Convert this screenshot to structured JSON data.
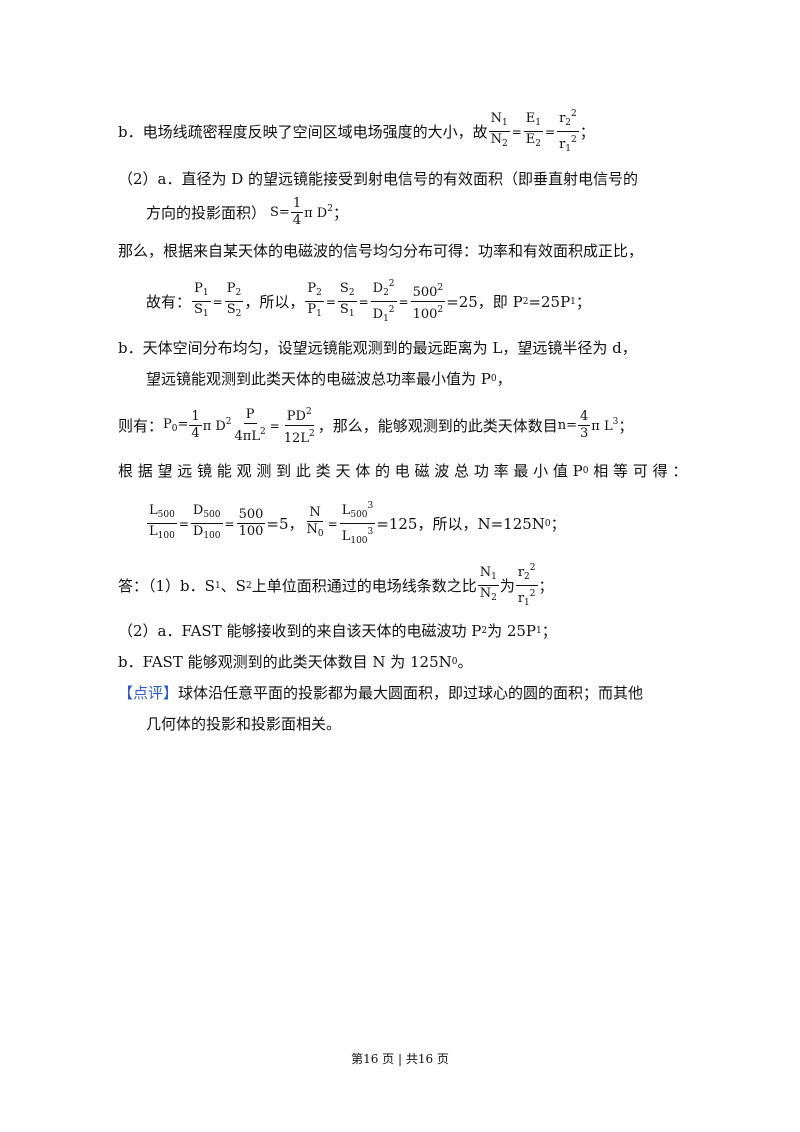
{
  "lines": {
    "l1": {
      "text": "b．电场线疏密程度反映了空间区域电场强度的大小，故",
      "tail": "；"
    },
    "l2": {
      "text": "（2）a．直径为 D 的望远镜能接受到射电信号的有效面积（即垂直射电信号的"
    },
    "l3": {
      "text": "方向的投影面积）",
      "tail": "；"
    },
    "l4": {
      "text": "那么，根据来自某天体的电磁波的信号均匀分布可得：功率和有效面积成正比，"
    },
    "l5": {
      "pre": "故有：",
      "mid": "，所以，",
      "val": "=25，即 P",
      "val2": "=25P",
      "tail": "；"
    },
    "l6": {
      "text": "b．天体空间分布均匀，设望远镜能观测到的最远距离为 L，望远镜半径为 d，"
    },
    "l7": {
      "text": "望远镜能观测到此类天体的电磁波总功率最小值为 P",
      "tail": "，"
    },
    "l8": {
      "pre": "则有：",
      "mid": "，那么，能够观测到的此类天体数目",
      "tail": "；"
    },
    "l9": {
      "text": "根 据 望 远 镜 能 观 测 到 此 类 天 体 的 电 磁 波 总 功 率 最 小 值 P",
      "tail": "相 等 可 得 ："
    },
    "l10": {
      "v1": "=5，",
      "v2": "=125，所以，N=125N",
      "tail": "；"
    },
    "l11": {
      "pre": "答：（1）b．S",
      "mid": "、S",
      "mid2": "上单位面积通过的电场线条数之比",
      "wei": "为",
      "tail": "；"
    },
    "l12": {
      "text": "（2）a．FAST 能够接收到的来自该天体的电磁波功 P",
      "mid": "为 25P",
      "tail": "；"
    },
    "l13": {
      "text": "b．FAST 能够观测到的此类天体数目 N 为 125N",
      "tail": "。"
    },
    "l14": {
      "tag": "【点评】",
      "text": "球体沿任意平面的投影都为最大圆面积，即过球心的圆的面积；而其他"
    },
    "l15": {
      "text": "几何体的投影和投影面相关。"
    }
  },
  "footer": {
    "text": "第16 页   |   共16 页"
  }
}
